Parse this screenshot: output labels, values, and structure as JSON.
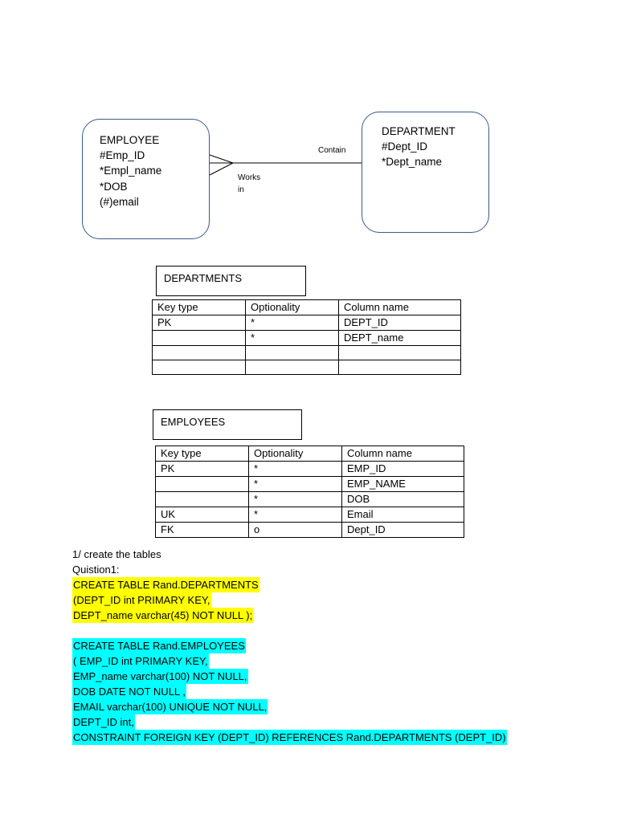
{
  "diagram": {
    "employee": {
      "lines": [
        "EMPLOYEE",
        "#Emp_ID",
        "*Empl_name",
        "*DOB",
        "(#)email"
      ]
    },
    "department": {
      "lines": [
        "DEPARTMENT",
        "#Dept_ID",
        "*Dept_name"
      ]
    },
    "relationship": {
      "contain_label": "Contain",
      "works_label_1": "Works",
      "works_label_2": "in"
    },
    "colors": {
      "entity_border": "#3a5a8c",
      "line": "#000000"
    }
  },
  "departments": {
    "title": "DEPARTMENTS",
    "headers": [
      "Key type",
      "Optionality",
      "Column name"
    ],
    "rows": [
      [
        "PK",
        "*",
        "DEPT_ID"
      ],
      [
        "",
        "*",
        "DEPT_name"
      ],
      [
        "",
        "",
        ""
      ],
      [
        "",
        "",
        ""
      ]
    ]
  },
  "employees": {
    "title": "EMPLOYEES",
    "headers": [
      "Key type",
      "Optionality",
      "Column name"
    ],
    "rows": [
      [
        "PK",
        "*",
        "EMP_ID"
      ],
      [
        "",
        "*",
        "EMP_NAME"
      ],
      [
        "",
        "*",
        "DOB"
      ],
      [
        "UK",
        "*",
        "Email"
      ],
      [
        "FK",
        "o",
        "Dept_ID"
      ]
    ]
  },
  "notes": {
    "line1": "1/ create the tables",
    "line2": "Quistion1:"
  },
  "sql_departments": {
    "highlight": "#ffff00",
    "lines": [
      "CREATE TABLE Rand.DEPARTMENTS",
      "(DEPT_ID int PRIMARY KEY,",
      "DEPT_name varchar(45) NOT NULL );"
    ]
  },
  "sql_employees": {
    "highlight": "#00ffff",
    "lines": [
      "CREATE TABLE Rand.EMPLOYEES",
      "( EMP_ID int PRIMARY KEY,",
      "EMP_name varchar(100) NOT NULL,",
      "DOB DATE NOT NULL ,",
      "EMAIL varchar(100) UNIQUE NOT NULL,",
      "DEPT_ID int,",
      "CONSTRAINT FOREIGN KEY  (DEPT_ID) REFERENCES Rand.DEPARTMENTS (DEPT_ID)"
    ]
  }
}
